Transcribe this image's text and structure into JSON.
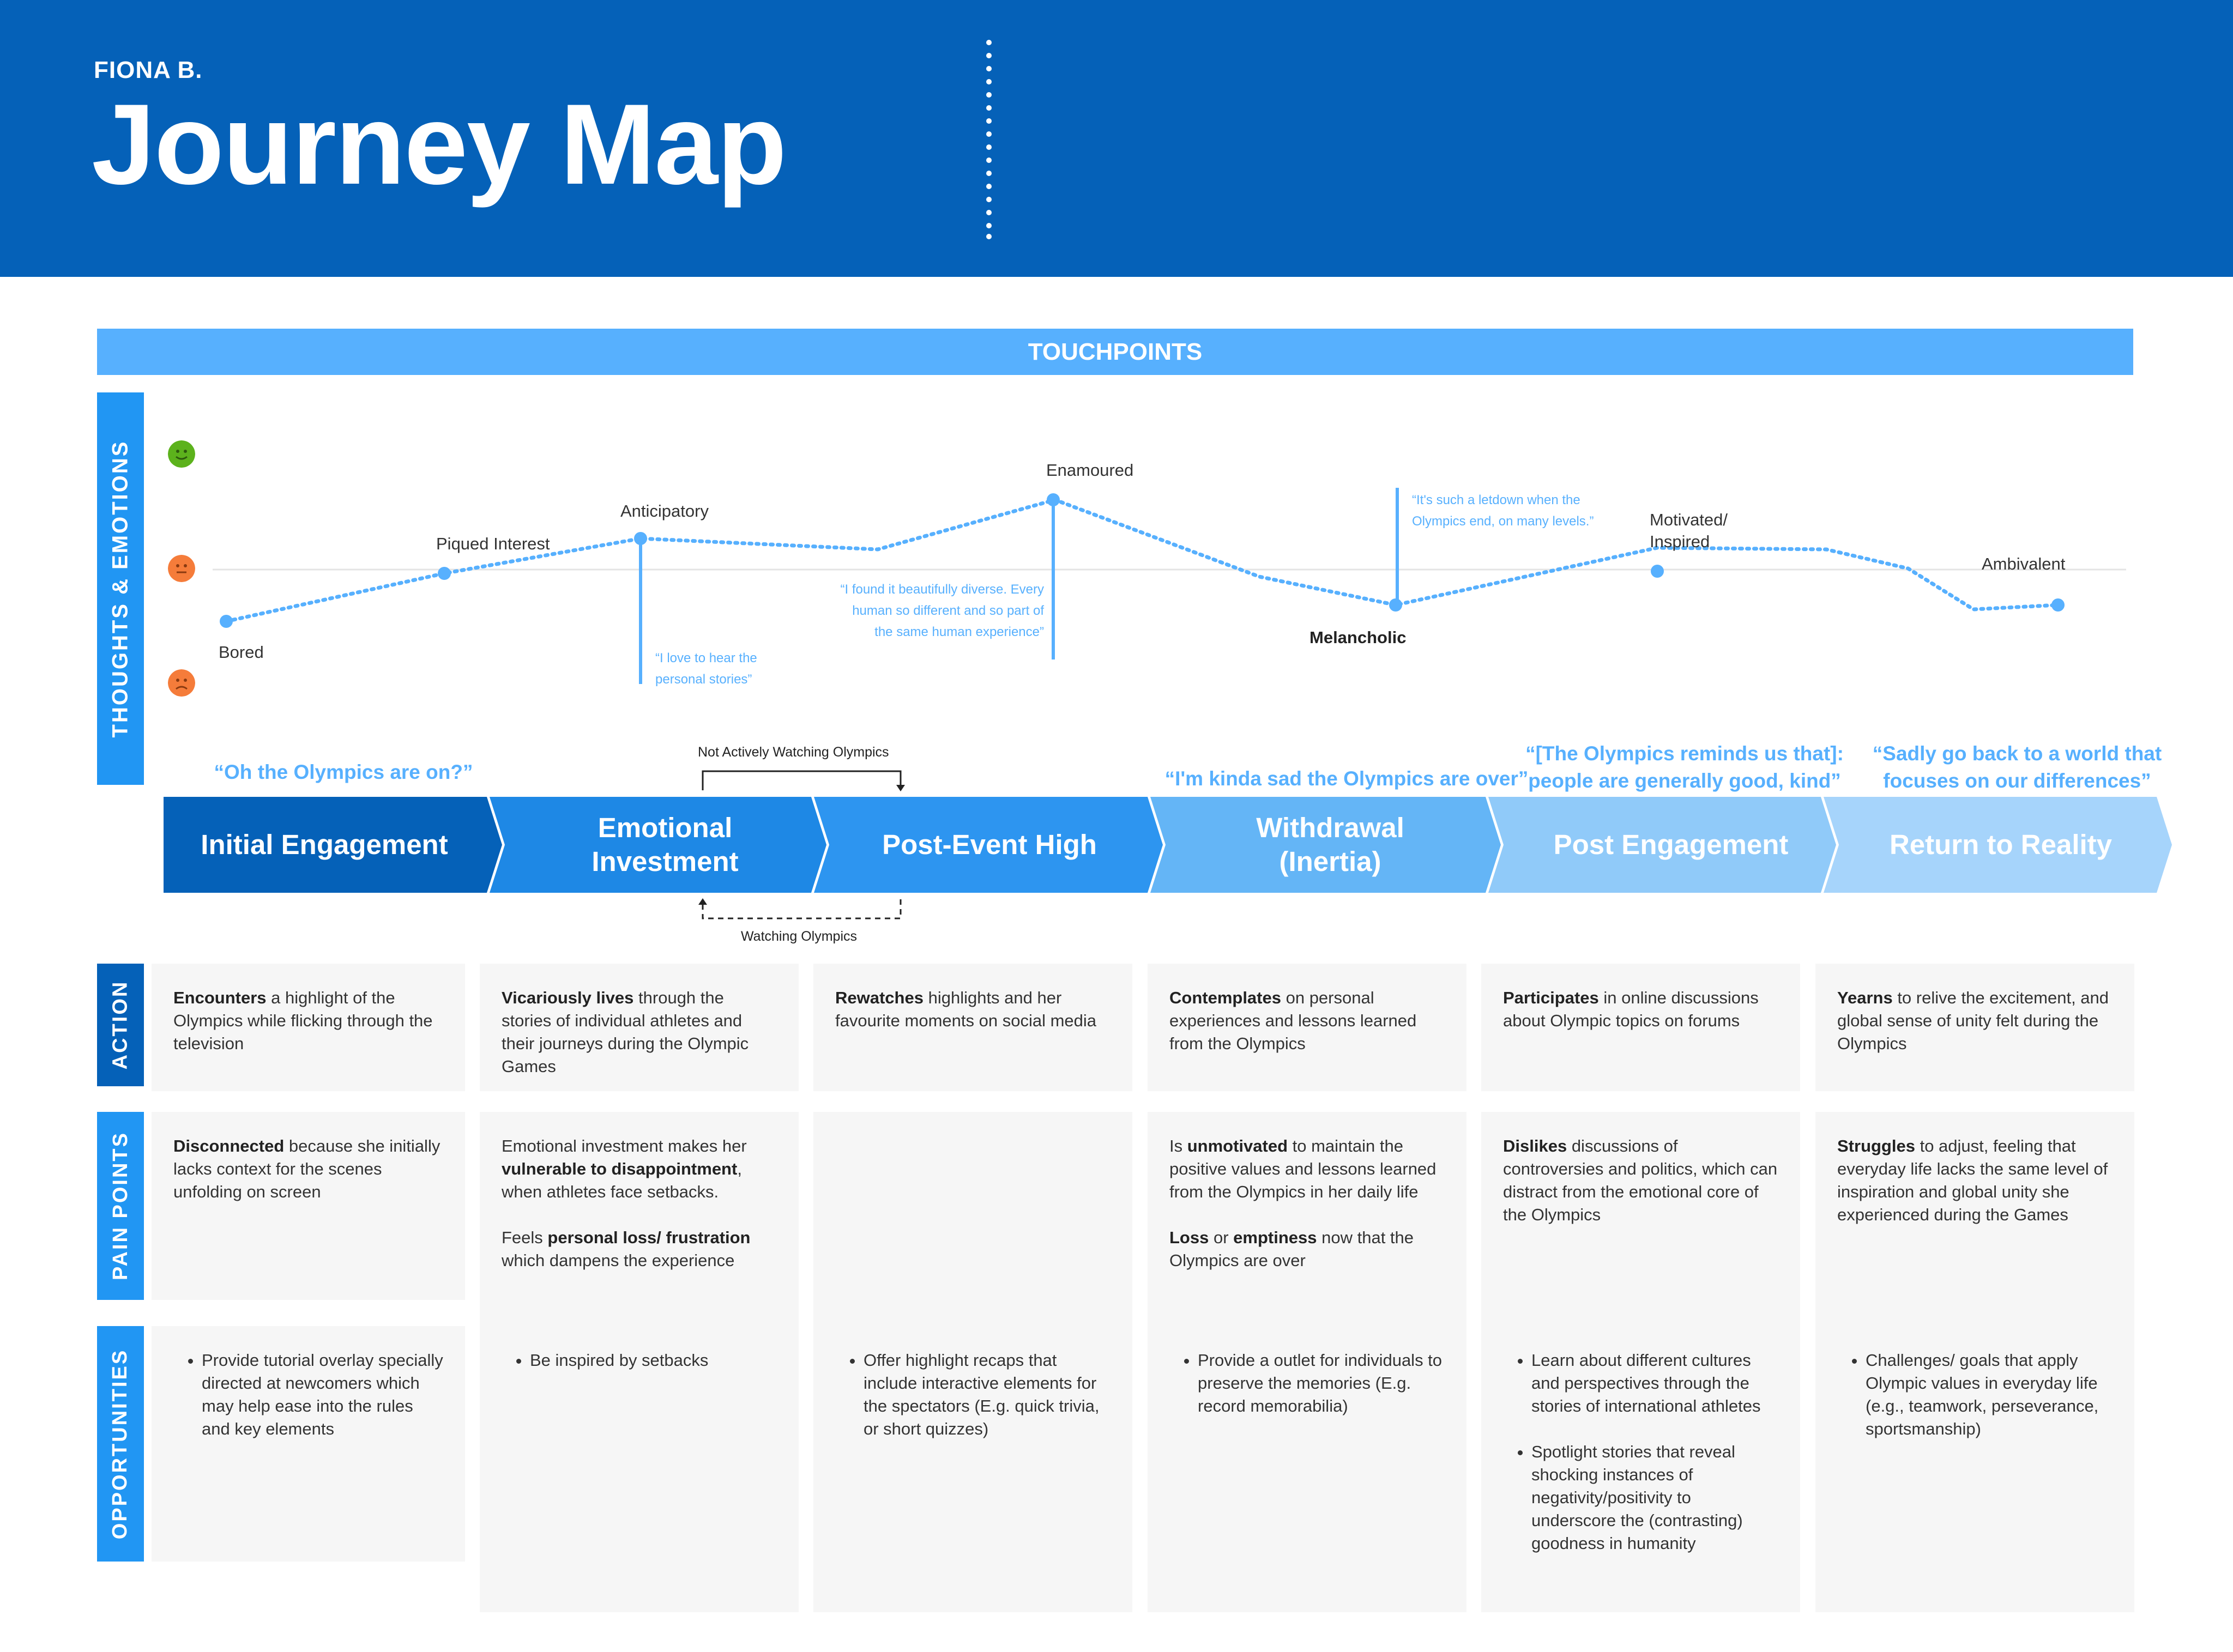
{
  "header": {
    "persona": "FIONA B.",
    "title": "Journey Map"
  },
  "touchpoints_label": "TOUCHPOINTS",
  "rows": {
    "thoughts": "THOUGHTS & EMOTIONS",
    "action": "ACTION",
    "pain": "PAIN POINTS",
    "opportunities": "OPPORTUNITIES"
  },
  "faces": [
    {
      "name": "happy-face-icon",
      "color": "#5CB21C"
    },
    {
      "name": "neutral-face-icon",
      "color": "#F57C3A"
    },
    {
      "name": "sad-face-icon",
      "color": "#F57C3A"
    }
  ],
  "emotions": [
    {
      "label": "Bored"
    },
    {
      "label": "Piqued Interest"
    },
    {
      "label": "Anticipatory"
    },
    {
      "label": "Enamoured"
    },
    {
      "label": "Melancholic"
    },
    {
      "label": "Motivated/ Inspired"
    },
    {
      "label": "Ambivalent"
    }
  ],
  "emotion_quotes": [
    "“I love to hear the personal stories”",
    "“I found it beautifully diverse. Every human so different and so part of the same human experience”",
    "“It's such a letdown when the Olympics end, on many levels.”"
  ],
  "transitions": {
    "top": "Not Actively Watching Olympics",
    "bottom": "Watching Olympics"
  },
  "stage_quotes": [
    "“Oh the Olympics are on?”",
    "“I'm kinda sad the Olympics are over”",
    "“[The Olympics reminds us that]: people are generally good, kind”",
    "“Sadly go back to a world that focuses on our differences”"
  ],
  "stages": [
    {
      "label": "Initial Engagement",
      "color": "#0561B8"
    },
    {
      "label": "Emotional Investment",
      "color": "#1E88E5"
    },
    {
      "label": "Post-Event High",
      "color": "#2D95F0"
    },
    {
      "label": "Withdrawal (Inertia)",
      "color": "#64B5F6"
    },
    {
      "label": "Post Engagement",
      "color": "#90CAF9"
    },
    {
      "label": "Return to Reality",
      "color": "#A6D4FB"
    }
  ],
  "actions": [
    {
      "bold": "Encounters",
      "text": " a highlight of the Olympics while flicking through the television"
    },
    {
      "bold": "Vicariously lives",
      "text": " through the stories of individual athletes and their journeys during the Olympic Games"
    },
    {
      "bold": "Rewatches",
      "text": " highlights and her favourite moments on social media"
    },
    {
      "bold": "Contemplates",
      "text": " on personal experiences and lessons learned from the Olympics"
    },
    {
      "bold": "Participates",
      "text": " in online discussions about Olympic topics on forums"
    },
    {
      "bold": "Yearns",
      "text": " to relive the excitement, and global sense of unity felt during the Olympics"
    }
  ],
  "pain": {
    "c1": {
      "bold": "Disconnected",
      "text": " because she initially lacks context for the scenes unfolding on screen"
    },
    "c2a": {
      "pre": "Emotional investment makes her ",
      "bold": "vulnerable to disappointment",
      "post": ", when athletes face setbacks."
    },
    "c2b": {
      "pre": "Feels ",
      "bold": "personal loss/ frustration",
      "post": " which dampens the experience"
    },
    "c4a": {
      "pre": "Is ",
      "bold": "unmotivated",
      "post": " to maintain the positive values and lessons learned from the Olympics in her daily life"
    },
    "c4b": {
      "bold1": "Loss",
      "mid": " or ",
      "bold2": "emptiness",
      "post": " now that the Olympics are over"
    },
    "c5": {
      "bold": "Dislikes",
      "text": " discussions of controversies and politics, which can distract from the emotional core of the Olympics"
    },
    "c6": {
      "bold": "Struggles",
      "text": " to adjust, feeling that everyday life lacks the same level of inspiration and global unity she experienced during the Games"
    }
  },
  "opportunities": [
    [
      "Provide tutorial overlay specially directed at newcomers which may help ease into the rules and key elements"
    ],
    [
      "Be inspired by setbacks"
    ],
    [
      "Offer highlight recaps that include interactive elements for the spectators (E.g. quick trivia, or short quizzes)"
    ],
    [
      "Provide a outlet for individuals to preserve the memories (E.g. record memorabilia)"
    ],
    [
      "Learn about different cultures and perspectives through the stories of international athletes",
      "Spotlight stories that reveal shocking instances of negativity/positivity to underscore the (contrasting) goodness in humanity"
    ],
    [
      "Challenges/ goals that apply Olympic values in everyday life (e.g., teamwork, perseverance, sportsmanship)"
    ]
  ],
  "colors": {
    "header": "#0561B8",
    "light": "#57B0FE"
  }
}
